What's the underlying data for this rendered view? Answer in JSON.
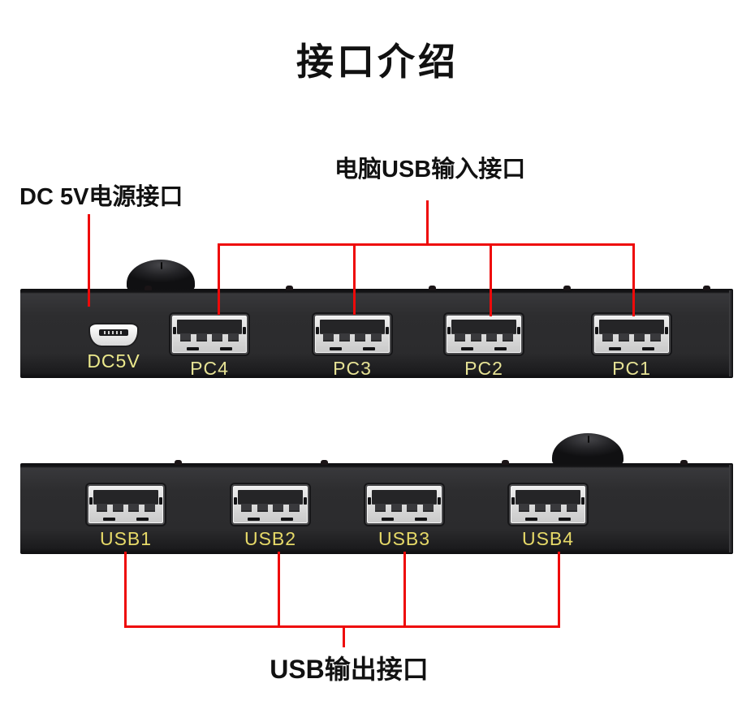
{
  "title": "接口介绍",
  "callouts": {
    "usb_input": "电脑USB输入接口",
    "dc_power": "DC 5V电源接口",
    "usb_output": "USB输出接口"
  },
  "top_device": {
    "power_port": {
      "label": "DC5V"
    },
    "ports": [
      {
        "label": "PC4"
      },
      {
        "label": "PC3"
      },
      {
        "label": "PC2"
      },
      {
        "label": "PC1"
      }
    ]
  },
  "bottom_device": {
    "ports": [
      {
        "label": "USB1"
      },
      {
        "label": "USB2"
      },
      {
        "label": "USB3"
      },
      {
        "label": "USB4"
      }
    ]
  },
  "colors": {
    "callout_red": "#ee0a0a",
    "panel_dark": "#2c2c2e",
    "pc_label_yellow": "#e6e295",
    "usb_label_yellow": "#e6d968",
    "title_black": "#111111"
  }
}
